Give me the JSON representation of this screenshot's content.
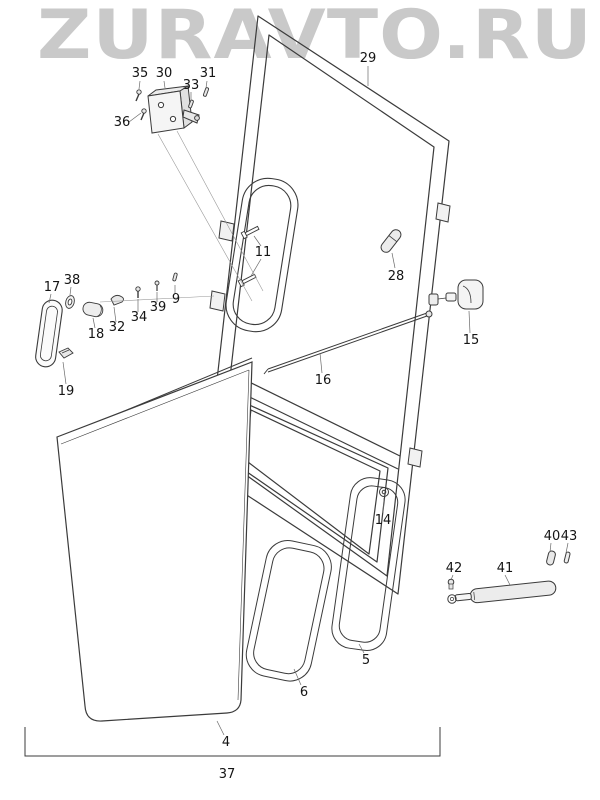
{
  "watermark": "ZURAVTO.RU",
  "labels": {
    "p4": "4",
    "p5": "5",
    "p6": "6",
    "p9": "9",
    "p11": "11",
    "p14": "14",
    "p15": "15",
    "p16": "16",
    "p17": "17",
    "p18": "18",
    "p19": "19",
    "p28": "28",
    "p29": "29",
    "p30": "30",
    "p31": "31",
    "p32": "32",
    "p33": "33",
    "p34": "34",
    "p35": "35",
    "p36": "36",
    "p37": "37",
    "p38": "38",
    "p39": "39",
    "p40": "40",
    "p41": "41",
    "p42": "42",
    "p43": "43"
  },
  "colors": {
    "line": "#3b3b3b",
    "watermark": "#c9c9c9",
    "leader": "#6a6a6a"
  }
}
